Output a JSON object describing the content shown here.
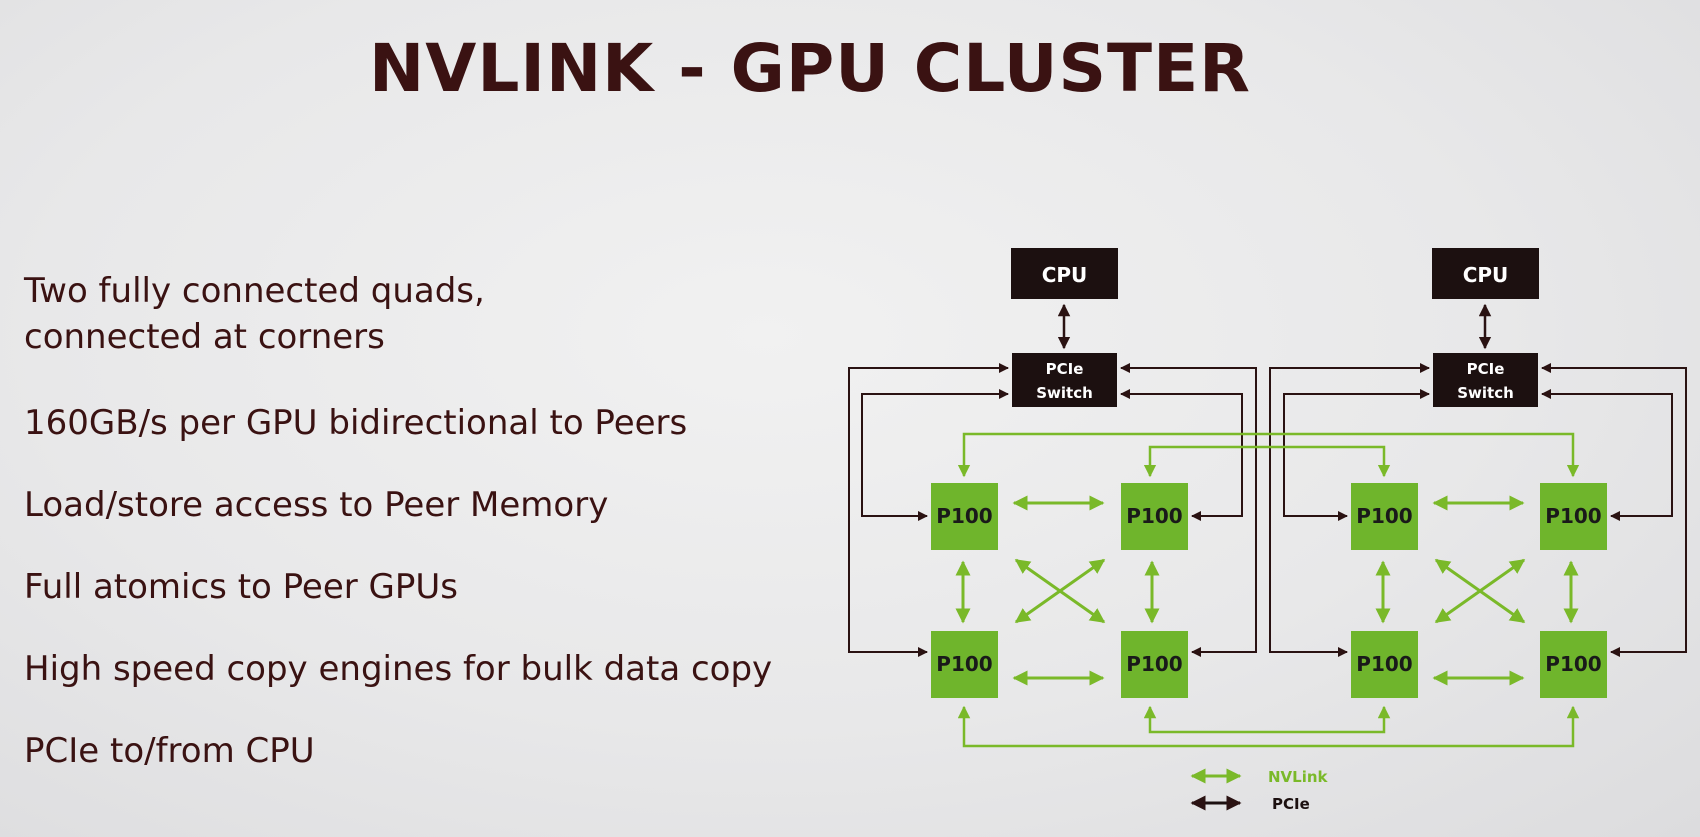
{
  "title": "NVLINK - GPU CLUSTER",
  "bullets": [
    "Two fully connected quads, connected at corners",
    "160GB/s per GPU bidirectional to Peers",
    "Load/store access to Peer Memory",
    "Full atomics to Peer GPUs",
    "High speed copy engines for bulk data copy",
    "PCIe to/from CPU"
  ],
  "diagram": {
    "cpu_label": "CPU",
    "switch_label_line1": "PCIe",
    "switch_label_line2": "Switch",
    "gpu_label": "P100",
    "legend": {
      "nvlink": "NVLink",
      "pcie": "PCIe"
    },
    "colors": {
      "nvlink": "#7ab929",
      "pcie": "#2a1212",
      "gpu_box": "#6fb52c",
      "dark_box": "#1c1010"
    }
  }
}
